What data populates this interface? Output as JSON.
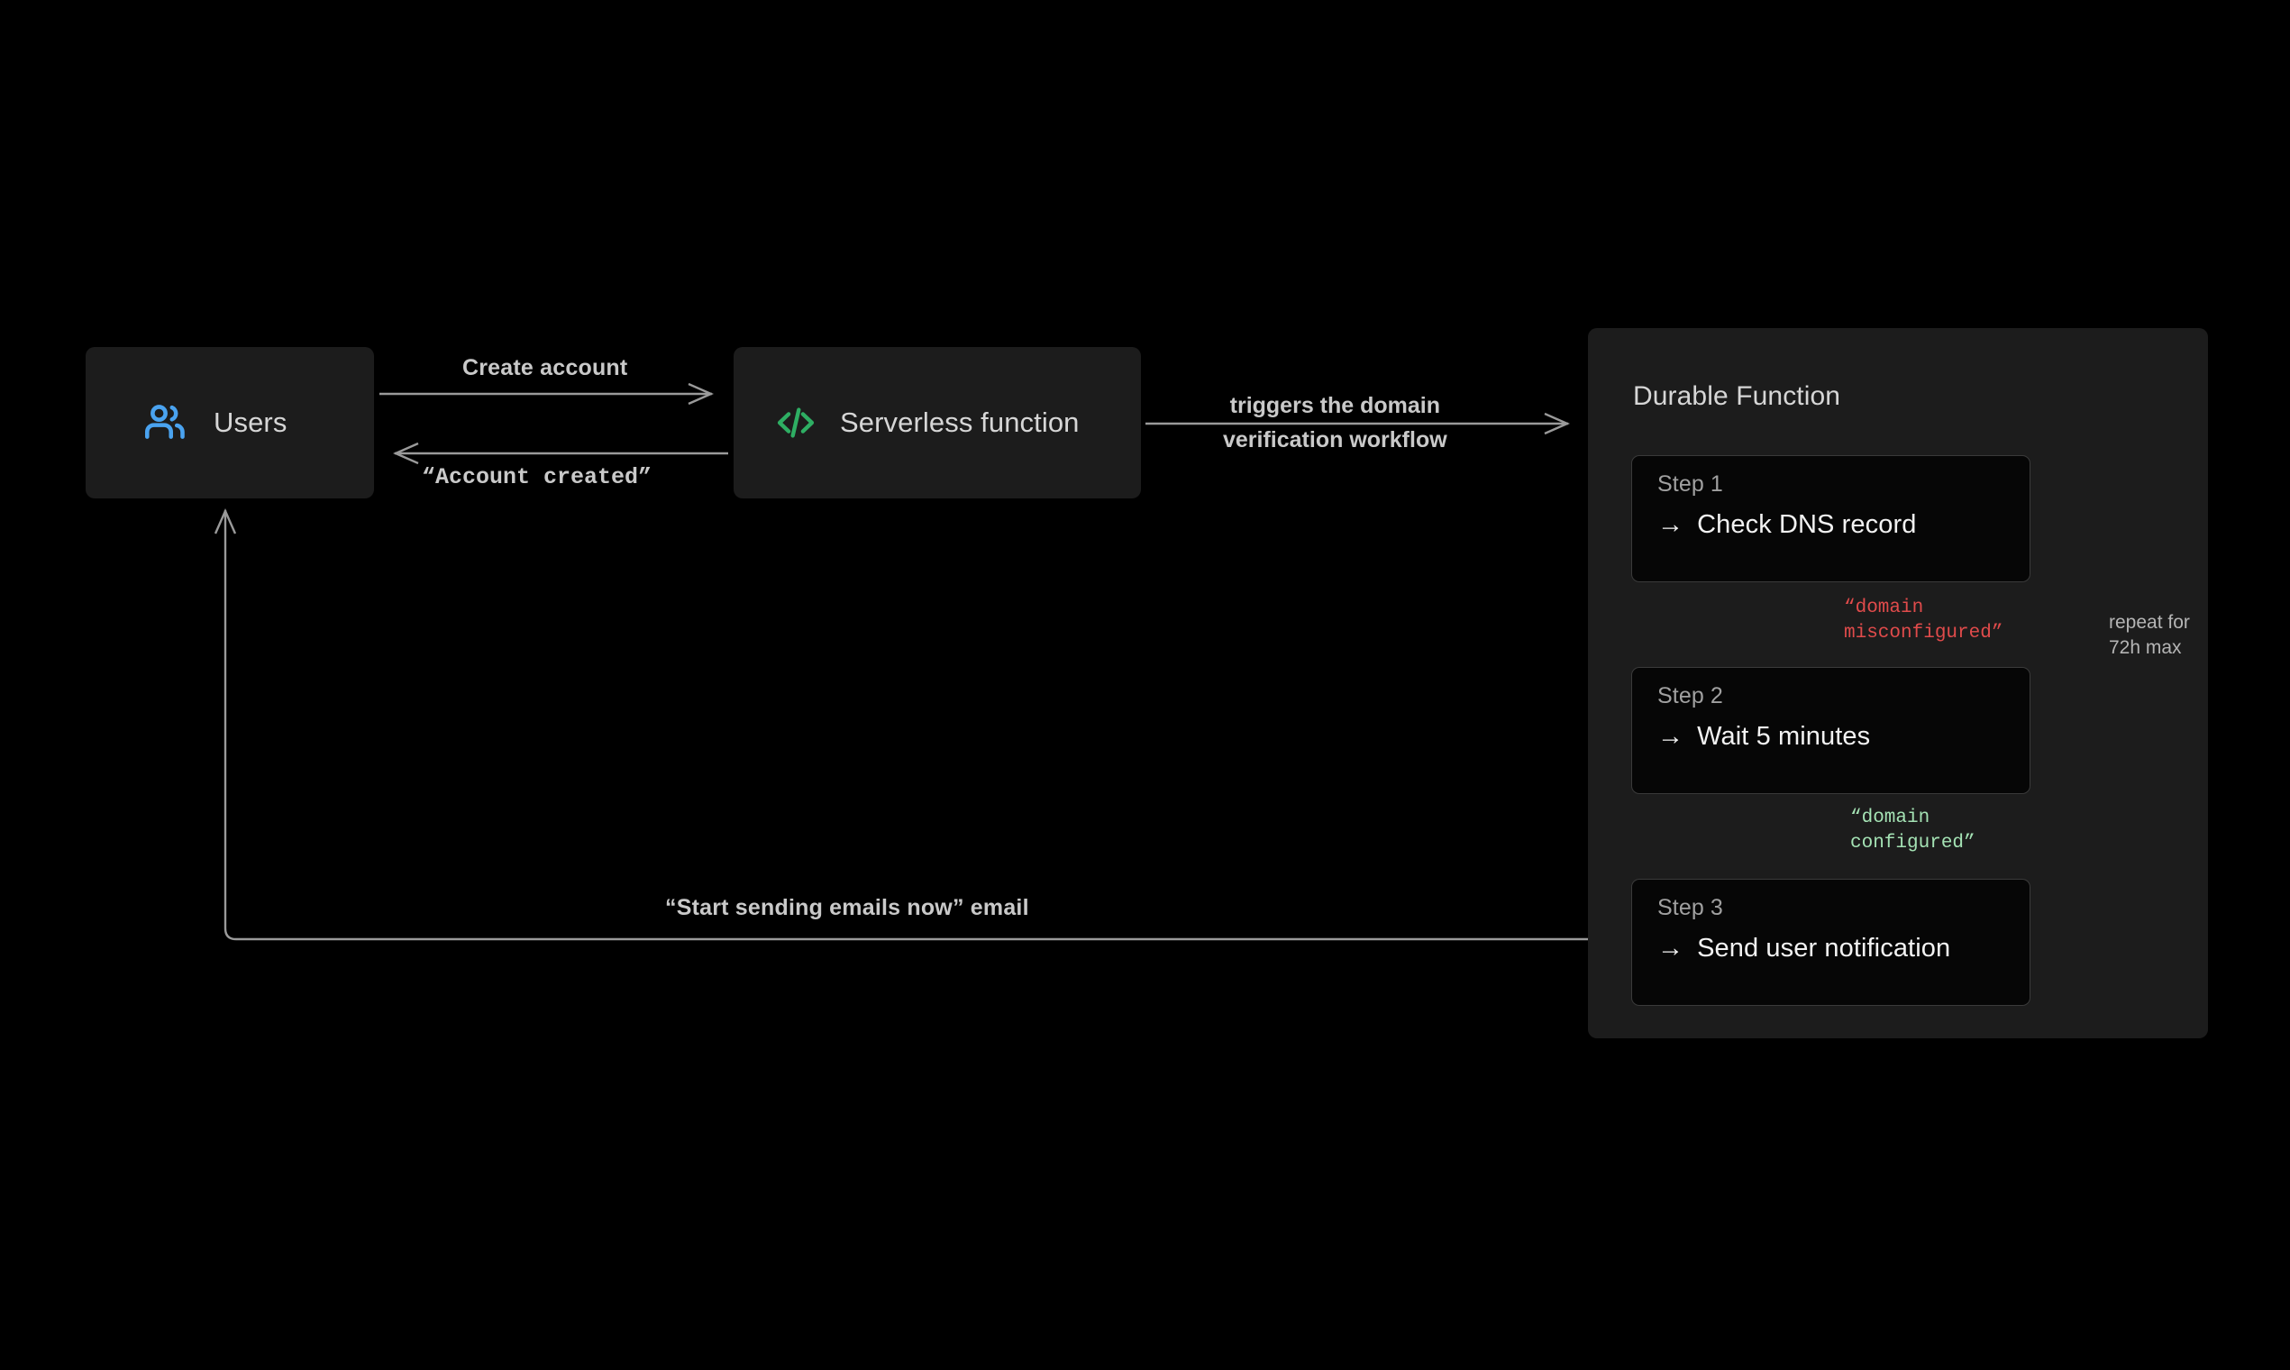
{
  "diagram": {
    "background_color": "#000000",
    "nodes": [
      {
        "id": "users",
        "label": "Users",
        "icon": "users-icon",
        "icon_color": "#4aa3f0",
        "fill": "#1c1c1c"
      },
      {
        "id": "serverless",
        "label": "Serverless function",
        "icon": "code-icon",
        "icon_color": "#2eae63",
        "fill": "#1c1c1c"
      }
    ],
    "panel": {
      "title": "Durable Function",
      "fill": "#1c1c1c",
      "steps": [
        {
          "kicker": "Step 1",
          "arrow": "→",
          "action": "Check DNS record"
        },
        {
          "kicker": "Step 2",
          "arrow": "→",
          "action": "Wait 5 minutes"
        },
        {
          "kicker": "Step 3",
          "arrow": "→",
          "action": "Send user notification"
        }
      ]
    },
    "edges": {
      "create_account": "Create account",
      "account_created": "“Account created”",
      "triggers_workflow": "triggers the domain\nverification workflow",
      "domain_misconfigured": "“domain\nmisconfigured”",
      "domain_configured": "“domain\nconfigured”",
      "repeat_limit": "repeat for\n72h max",
      "start_sending_email": "“Start sending emails now” email"
    },
    "colors": {
      "connector": "#9a9a9a",
      "error": "#e04b4b",
      "success": "#a4e2b4",
      "accent_blue": "#4aa3f0",
      "accent_green": "#2eae63",
      "text_primary": "#f2f2f2",
      "text_secondary": "#a0a0a0"
    }
  }
}
